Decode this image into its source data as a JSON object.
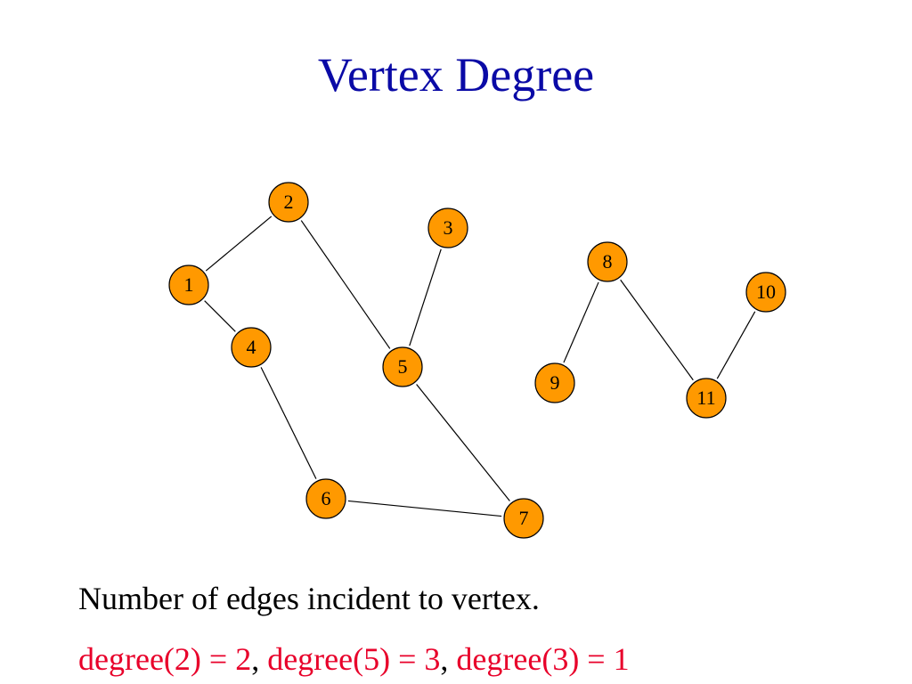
{
  "title": "Vertex Degree",
  "colors": {
    "title": "#0a0aa6",
    "node_fill": "#ff9900",
    "node_stroke": "#000000",
    "edge": "#000000",
    "text": "#000000",
    "highlight": "#e8002a"
  },
  "graph": {
    "nodes": [
      {
        "id": "1",
        "label": "1"
      },
      {
        "id": "2",
        "label": "2"
      },
      {
        "id": "3",
        "label": "3"
      },
      {
        "id": "4",
        "label": "4"
      },
      {
        "id": "5",
        "label": "5"
      },
      {
        "id": "6",
        "label": "6"
      },
      {
        "id": "7",
        "label": "7"
      },
      {
        "id": "8",
        "label": "8"
      },
      {
        "id": "9",
        "label": "9"
      },
      {
        "id": "10",
        "label": "10"
      },
      {
        "id": "11",
        "label": "11"
      }
    ],
    "edges": [
      {
        "from": "1",
        "to": "2"
      },
      {
        "from": "1",
        "to": "4"
      },
      {
        "from": "2",
        "to": "5"
      },
      {
        "from": "3",
        "to": "5"
      },
      {
        "from": "4",
        "to": "6"
      },
      {
        "from": "5",
        "to": "7"
      },
      {
        "from": "6",
        "to": "7"
      },
      {
        "from": "8",
        "to": "9"
      },
      {
        "from": "8",
        "to": "11"
      },
      {
        "from": "10",
        "to": "11"
      }
    ]
  },
  "definition": "Number of edges incident to vertex.",
  "examples": [
    {
      "text": "degree(2) = 2"
    },
    {
      "text": "degree(5) = 3"
    },
    {
      "text": "degree(3) = 1"
    }
  ],
  "separator": ", "
}
